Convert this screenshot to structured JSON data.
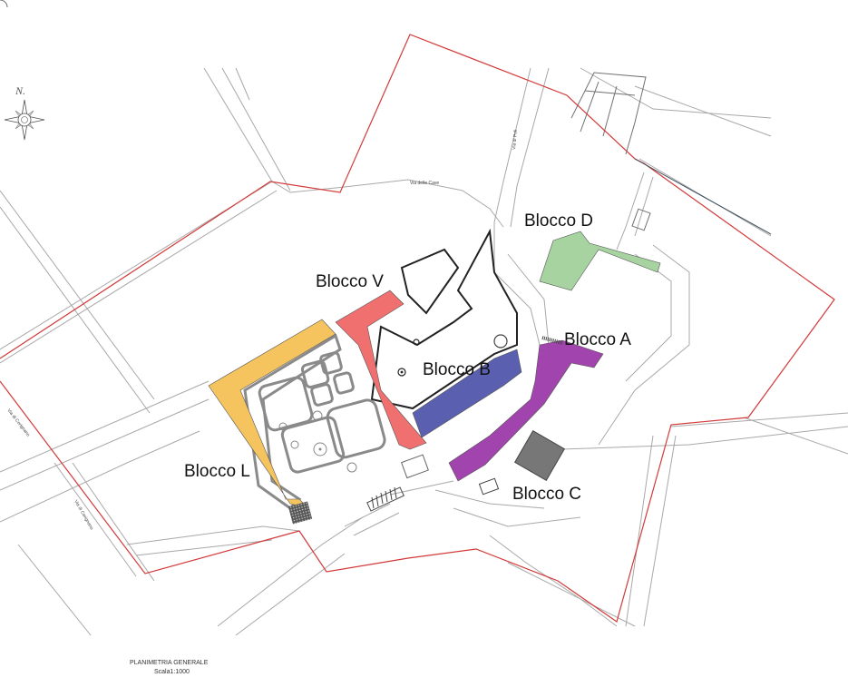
{
  "blocks": [
    {
      "id": "V",
      "label": "Blocco V",
      "color": "#f07070"
    },
    {
      "id": "D",
      "label": "Blocco D",
      "color": "#a6d3a0"
    },
    {
      "id": "A",
      "label": "Blocco A",
      "color": "#a144ad"
    },
    {
      "id": "B",
      "label": "Blocco B",
      "color": "#5a5fb0"
    },
    {
      "id": "L",
      "label": "Blocco L",
      "color": "#f6c45f"
    },
    {
      "id": "C",
      "label": "Blocco C",
      "color": "#a144ad"
    }
  ],
  "north_label": "N.",
  "streets": {
    "via_delle_cave": "Via delle Cave",
    "via_vertical": "Via di Poli",
    "via_di_cerignano_upper": "Via di Cerignano",
    "via_di_cerignano_lower": "Via di Cerignano"
  },
  "caption": {
    "title": "PLANIMETRIA GENERALE",
    "scale": "Scala1:1000"
  },
  "colors": {
    "boundary": "#d23a3a",
    "roads": "#a8a8a8",
    "hatched_building": "#777777"
  }
}
